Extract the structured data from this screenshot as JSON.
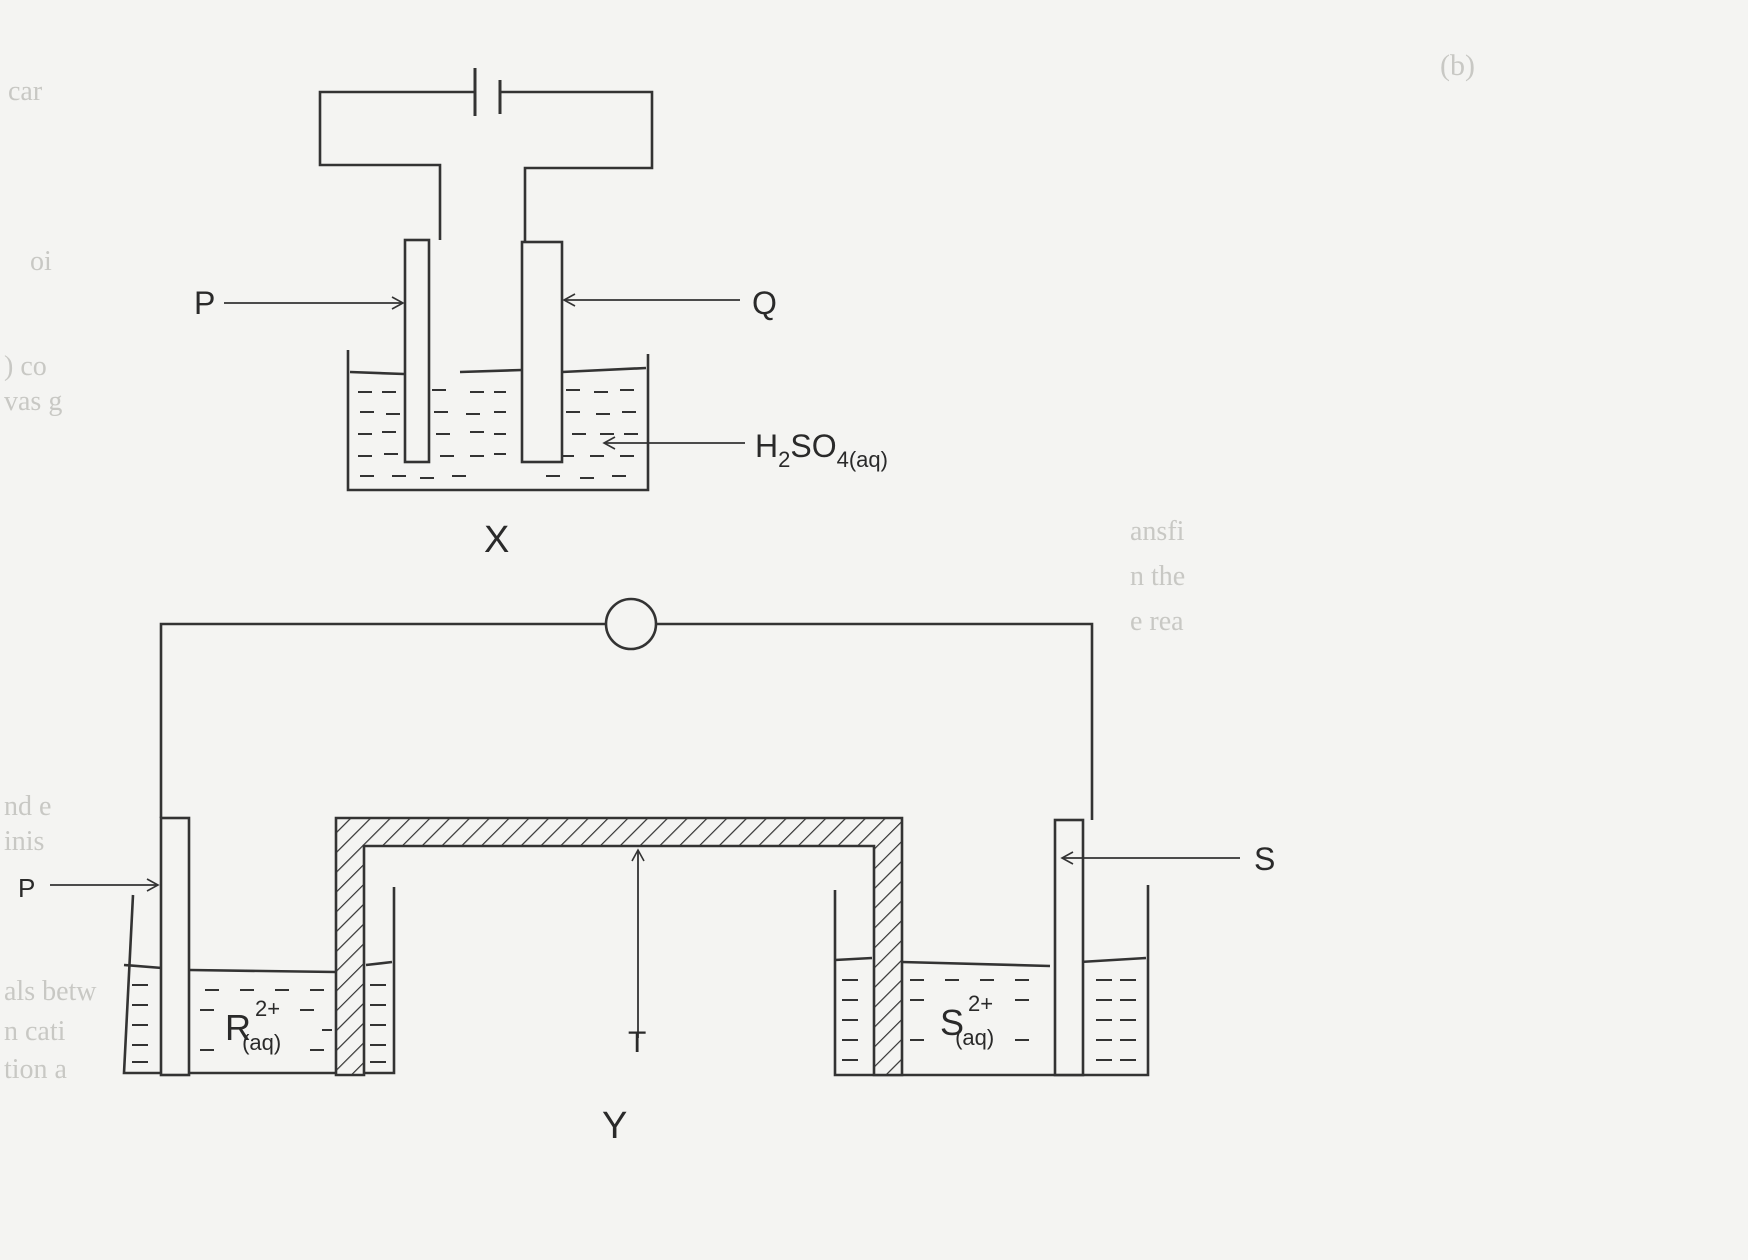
{
  "cell_x": {
    "label": "X",
    "electrode_left": "P",
    "electrode_right": "Q",
    "electrolyte": {
      "base": "H",
      "sub1": "2",
      "mid": "SO",
      "sub2": "4(aq)"
    }
  },
  "cell_y": {
    "label": "Y",
    "electrode_left": "P",
    "electrode_right": "S",
    "salt_bridge": "T",
    "left_solution": {
      "ion": "R",
      "charge": "2+",
      "state": "(aq)"
    },
    "right_solution": {
      "ion": "S",
      "charge": "2+",
      "state": "(aq)"
    }
  },
  "bleed_through": {
    "left": [
      "car",
      "oi",
      ") co",
      "vas g",
      "nd e",
      "inis",
      "als betw",
      "n cati",
      "tion a"
    ],
    "middle": [
      "ansfi",
      "n the",
      "e rea"
    ],
    "right": "(b)"
  }
}
